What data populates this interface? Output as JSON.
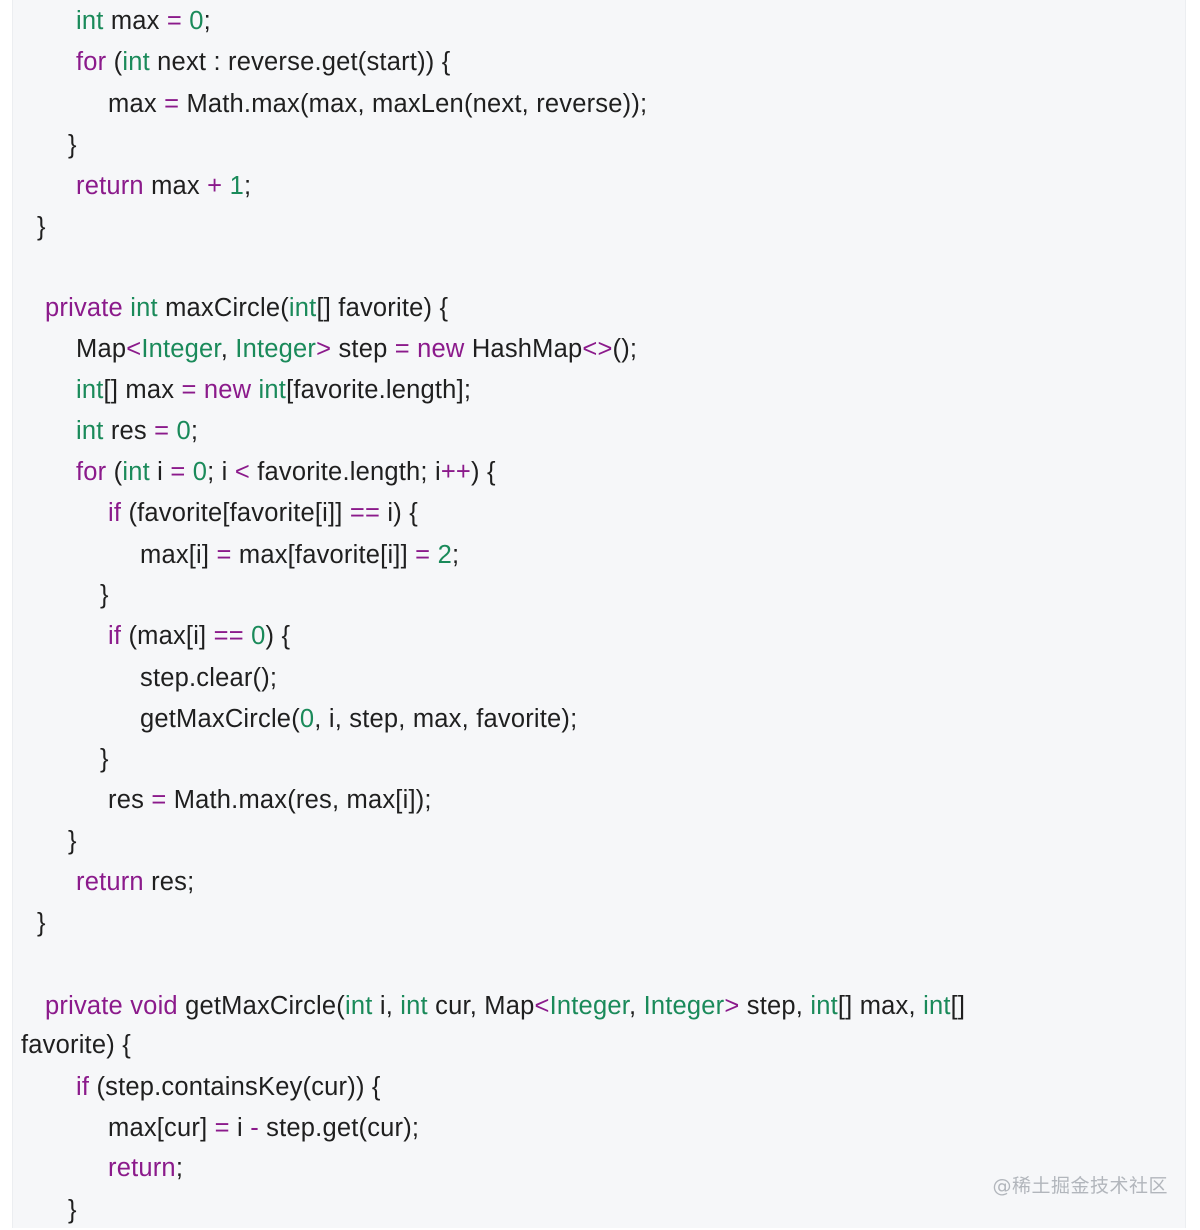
{
  "watermark": "@稀土掘金技术社区",
  "lines": [
    {
      "tokens": [
        [
          "type",
          "int"
        ],
        [
          "plain",
          " max "
        ],
        [
          "op",
          "="
        ],
        [
          "plain",
          " "
        ],
        [
          "num",
          "0"
        ],
        [
          "plain",
          ";"
        ]
      ]
    },
    {
      "tokens": [
        [
          "kw",
          "for"
        ],
        [
          "plain",
          " ("
        ],
        [
          "type",
          "int"
        ],
        [
          "plain",
          " next : reverse.get(start)) {"
        ]
      ]
    },
    {
      "tokens": [
        [
          "plain",
          "max "
        ],
        [
          "op",
          "="
        ],
        [
          "plain",
          " Math.max(max, maxLen(next, reverse));"
        ]
      ]
    },
    {
      "tokens": [
        [
          "plain",
          "}"
        ]
      ]
    },
    {
      "tokens": [
        [
          "kw",
          "return"
        ],
        [
          "plain",
          " max "
        ],
        [
          "op",
          "+"
        ],
        [
          "plain",
          " "
        ],
        [
          "num",
          "1"
        ],
        [
          "plain",
          ";"
        ]
      ]
    },
    {
      "tokens": [
        [
          "plain",
          "}"
        ]
      ]
    },
    {
      "tokens": []
    },
    {
      "tokens": [
        [
          "kw",
          "private"
        ],
        [
          "plain",
          " "
        ],
        [
          "type",
          "int"
        ],
        [
          "plain",
          " maxCircle("
        ],
        [
          "type",
          "int"
        ],
        [
          "plain",
          "[] favorite) {"
        ]
      ]
    },
    {
      "tokens": [
        [
          "plain",
          "Map"
        ],
        [
          "op",
          "<"
        ],
        [
          "type",
          "Integer"
        ],
        [
          "plain",
          ", "
        ],
        [
          "type",
          "Integer"
        ],
        [
          "op",
          ">"
        ],
        [
          "plain",
          " step "
        ],
        [
          "op",
          "="
        ],
        [
          "plain",
          " "
        ],
        [
          "kw",
          "new"
        ],
        [
          "plain",
          " HashMap"
        ],
        [
          "op",
          "<>"
        ],
        [
          "plain",
          "();"
        ]
      ]
    },
    {
      "tokens": [
        [
          "type",
          "int"
        ],
        [
          "plain",
          "[] max "
        ],
        [
          "op",
          "="
        ],
        [
          "plain",
          " "
        ],
        [
          "kw",
          "new"
        ],
        [
          "plain",
          " "
        ],
        [
          "type",
          "int"
        ],
        [
          "plain",
          "[favorite.length];"
        ]
      ]
    },
    {
      "tokens": [
        [
          "type",
          "int"
        ],
        [
          "plain",
          " res "
        ],
        [
          "op",
          "="
        ],
        [
          "plain",
          " "
        ],
        [
          "num",
          "0"
        ],
        [
          "plain",
          ";"
        ]
      ]
    },
    {
      "tokens": [
        [
          "kw",
          "for"
        ],
        [
          "plain",
          " ("
        ],
        [
          "type",
          "int"
        ],
        [
          "plain",
          " i "
        ],
        [
          "op",
          "="
        ],
        [
          "plain",
          " "
        ],
        [
          "num",
          "0"
        ],
        [
          "plain",
          "; i "
        ],
        [
          "op",
          "<"
        ],
        [
          "plain",
          " favorite.length; i"
        ],
        [
          "op",
          "++"
        ],
        [
          "plain",
          ") {"
        ]
      ]
    },
    {
      "tokens": [
        [
          "kw",
          "if"
        ],
        [
          "plain",
          " (favorite[favorite[i]] "
        ],
        [
          "op",
          "=="
        ],
        [
          "plain",
          " i) {"
        ]
      ]
    },
    {
      "tokens": [
        [
          "plain",
          "max[i] "
        ],
        [
          "op",
          "="
        ],
        [
          "plain",
          " max[favorite[i]] "
        ],
        [
          "op",
          "="
        ],
        [
          "plain",
          " "
        ],
        [
          "num",
          "2"
        ],
        [
          "plain",
          ";"
        ]
      ]
    },
    {
      "tokens": [
        [
          "plain",
          "}"
        ]
      ]
    },
    {
      "tokens": [
        [
          "kw",
          "if"
        ],
        [
          "plain",
          " (max[i] "
        ],
        [
          "op",
          "=="
        ],
        [
          "plain",
          " "
        ],
        [
          "num",
          "0"
        ],
        [
          "plain",
          ") {"
        ]
      ]
    },
    {
      "tokens": [
        [
          "plain",
          "step.clear();"
        ]
      ]
    },
    {
      "tokens": [
        [
          "plain",
          "getMaxCircle("
        ],
        [
          "num",
          "0"
        ],
        [
          "plain",
          ", i, step, max, favorite);"
        ]
      ]
    },
    {
      "tokens": [
        [
          "plain",
          "}"
        ]
      ]
    },
    {
      "tokens": [
        [
          "plain",
          "res "
        ],
        [
          "op",
          "="
        ],
        [
          "plain",
          " Math.max(res, max[i]);"
        ]
      ]
    },
    {
      "tokens": [
        [
          "plain",
          "}"
        ]
      ]
    },
    {
      "tokens": [
        [
          "kw",
          "return"
        ],
        [
          "plain",
          " res;"
        ]
      ]
    },
    {
      "tokens": [
        [
          "plain",
          "}"
        ]
      ]
    },
    {
      "tokens": []
    },
    {
      "tokens": [
        [
          "kw",
          "private"
        ],
        [
          "plain",
          " "
        ],
        [
          "kw",
          "void"
        ],
        [
          "plain",
          " getMaxCircle("
        ],
        [
          "type",
          "int"
        ],
        [
          "plain",
          " i, "
        ],
        [
          "type",
          "int"
        ],
        [
          "plain",
          " cur, Map"
        ],
        [
          "op",
          "<"
        ],
        [
          "type",
          "Integer"
        ],
        [
          "plain",
          ", "
        ],
        [
          "type",
          "Integer"
        ],
        [
          "op",
          ">"
        ],
        [
          "plain",
          " step, "
        ],
        [
          "type",
          "int"
        ],
        [
          "plain",
          "[] max, "
        ],
        [
          "type",
          "int"
        ],
        [
          "plain",
          "[]"
        ]
      ]
    },
    {
      "tokens": [
        [
          "plain",
          "favorite) {"
        ]
      ]
    },
    {
      "tokens": [
        [
          "kw",
          "if"
        ],
        [
          "plain",
          " (step.containsKey(cur)) {"
        ]
      ]
    },
    {
      "tokens": [
        [
          "plain",
          "max[cur] "
        ],
        [
          "op",
          "="
        ],
        [
          "plain",
          " i "
        ],
        [
          "op",
          "-"
        ],
        [
          "plain",
          " step.get(cur);"
        ]
      ]
    },
    {
      "tokens": [
        [
          "kw",
          "return"
        ],
        [
          "plain",
          ";"
        ]
      ]
    },
    {
      "tokens": [
        [
          "plain",
          "}"
        ]
      ]
    }
  ]
}
